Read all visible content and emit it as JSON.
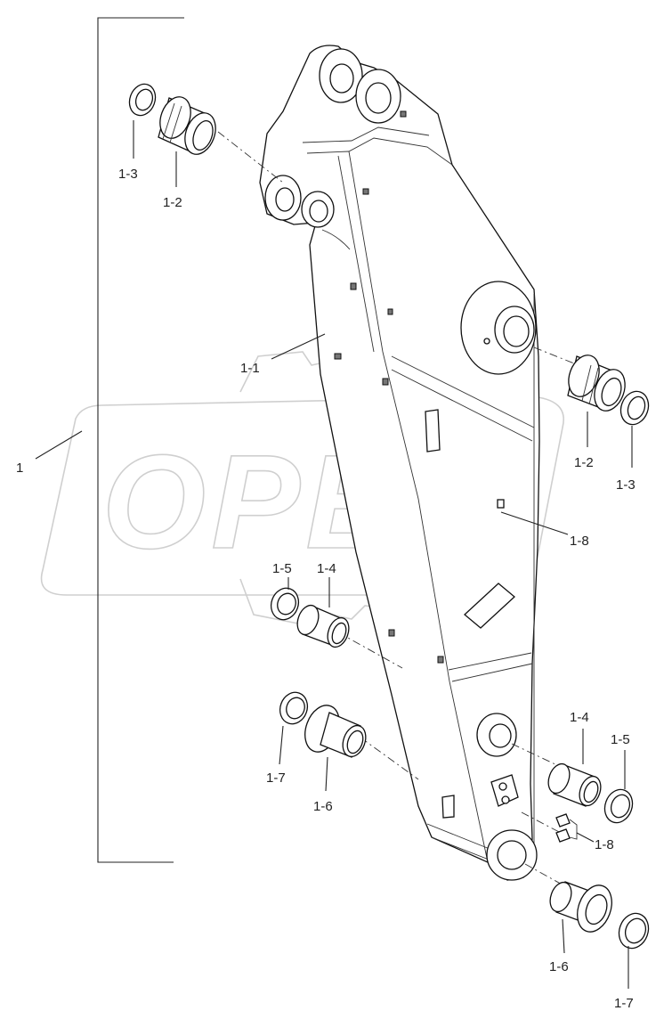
{
  "watermark": "OPEX",
  "labels": {
    "assembly": "1",
    "boom_body": "1-1",
    "upper_bushing_left": "1-2",
    "upper_ring_left": "1-3",
    "mid_bushing_right": "1-2",
    "mid_ring_right": "1-3",
    "grease_nipple_mid": "1-8",
    "lower_ring_left": "1-5",
    "lower_bushing_left": "1-4",
    "flange_ring_left": "1-7",
    "flange_bushing_left": "1-6",
    "lower_bushing_right": "1-4",
    "lower_ring_right": "1-5",
    "grease_nipple_bottom": "1-8",
    "flange_bushing_right": "1-6",
    "flange_ring_right": "1-7"
  }
}
